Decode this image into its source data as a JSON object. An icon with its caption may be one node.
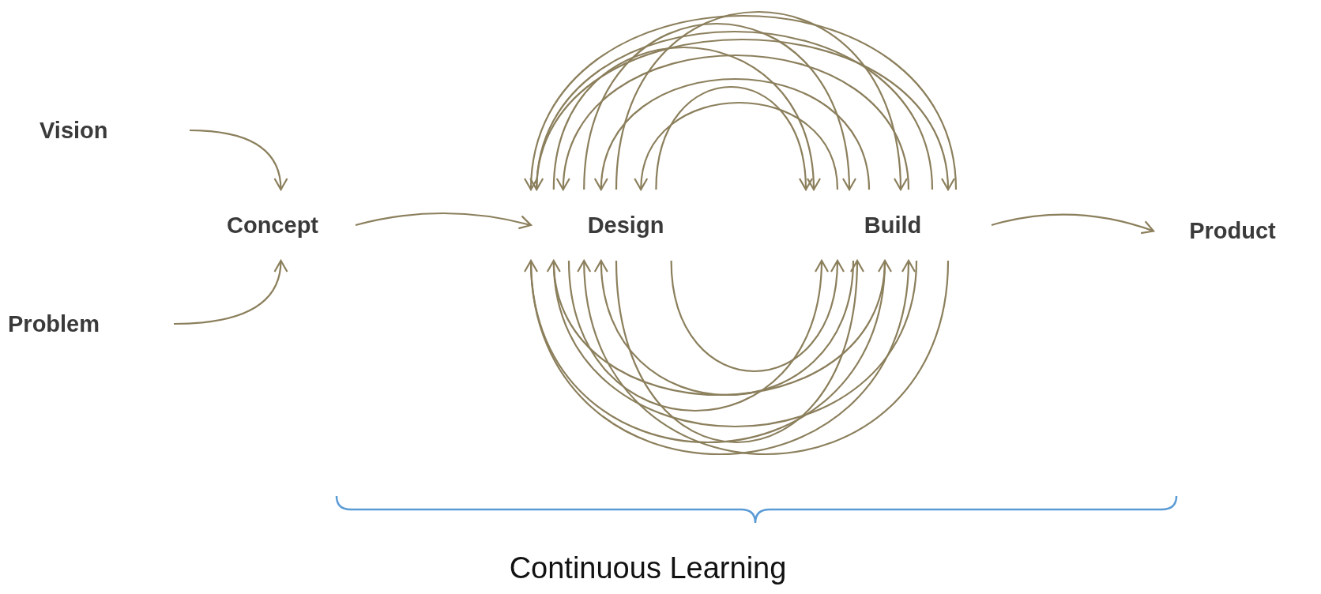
{
  "diagram": {
    "nodes": [
      {
        "text": [
          "Vision"
        ]
      },
      {
        "text": [
          "Problem"
        ]
      },
      {
        "text": [
          "Concept"
        ]
      },
      {
        "text": [
          "Design"
        ]
      },
      {
        "text": [
          "Build"
        ]
      },
      {
        "text": [
          "Product"
        ]
      }
    ],
    "edges": [
      {
        "from": 0,
        "to": 2,
        "arrow": "to"
      },
      {
        "from": 1,
        "to": 2,
        "arrow": "to"
      },
      {
        "from": 2,
        "to": 3,
        "arrow": "to"
      },
      {
        "from": 4,
        "to": 5,
        "arrow": "to"
      },
      {
        "from": 4,
        "to": 3,
        "arrow": "to"
      },
      {
        "from": 4,
        "to": 3,
        "arrow": "to"
      },
      {
        "from": 4,
        "to": 3,
        "arrow": "to"
      },
      {
        "from": 4,
        "to": 3,
        "arrow": "to"
      },
      {
        "from": 4,
        "to": 3,
        "arrow": "to"
      },
      {
        "from": 3,
        "to": 4,
        "arrow": "to"
      },
      {
        "from": 3,
        "to": 4,
        "arrow": "to"
      },
      {
        "from": 3,
        "to": 4,
        "arrow": "to"
      },
      {
        "from": 3,
        "to": 4,
        "arrow": "to"
      },
      {
        "from": 3,
        "to": 4,
        "arrow": "to"
      },
      {
        "from": 4,
        "to": 3,
        "arrow": "to"
      },
      {
        "from": 4,
        "to": 3,
        "arrow": "to"
      },
      {
        "from": 4,
        "to": 3,
        "arrow": "to"
      },
      {
        "from": 4,
        "to": 3,
        "arrow": "to"
      },
      {
        "from": 3,
        "to": 4,
        "arrow": "to"
      },
      {
        "from": 3,
        "to": 4,
        "arrow": "to"
      },
      {
        "from": 3,
        "to": 4,
        "arrow": "to"
      },
      {
        "from": 3,
        "to": 4,
        "arrow": "to"
      },
      {
        "from": 3,
        "to": 4,
        "arrow": "to"
      }
    ],
    "labels": [
      "Continuous Learning"
    ]
  }
}
